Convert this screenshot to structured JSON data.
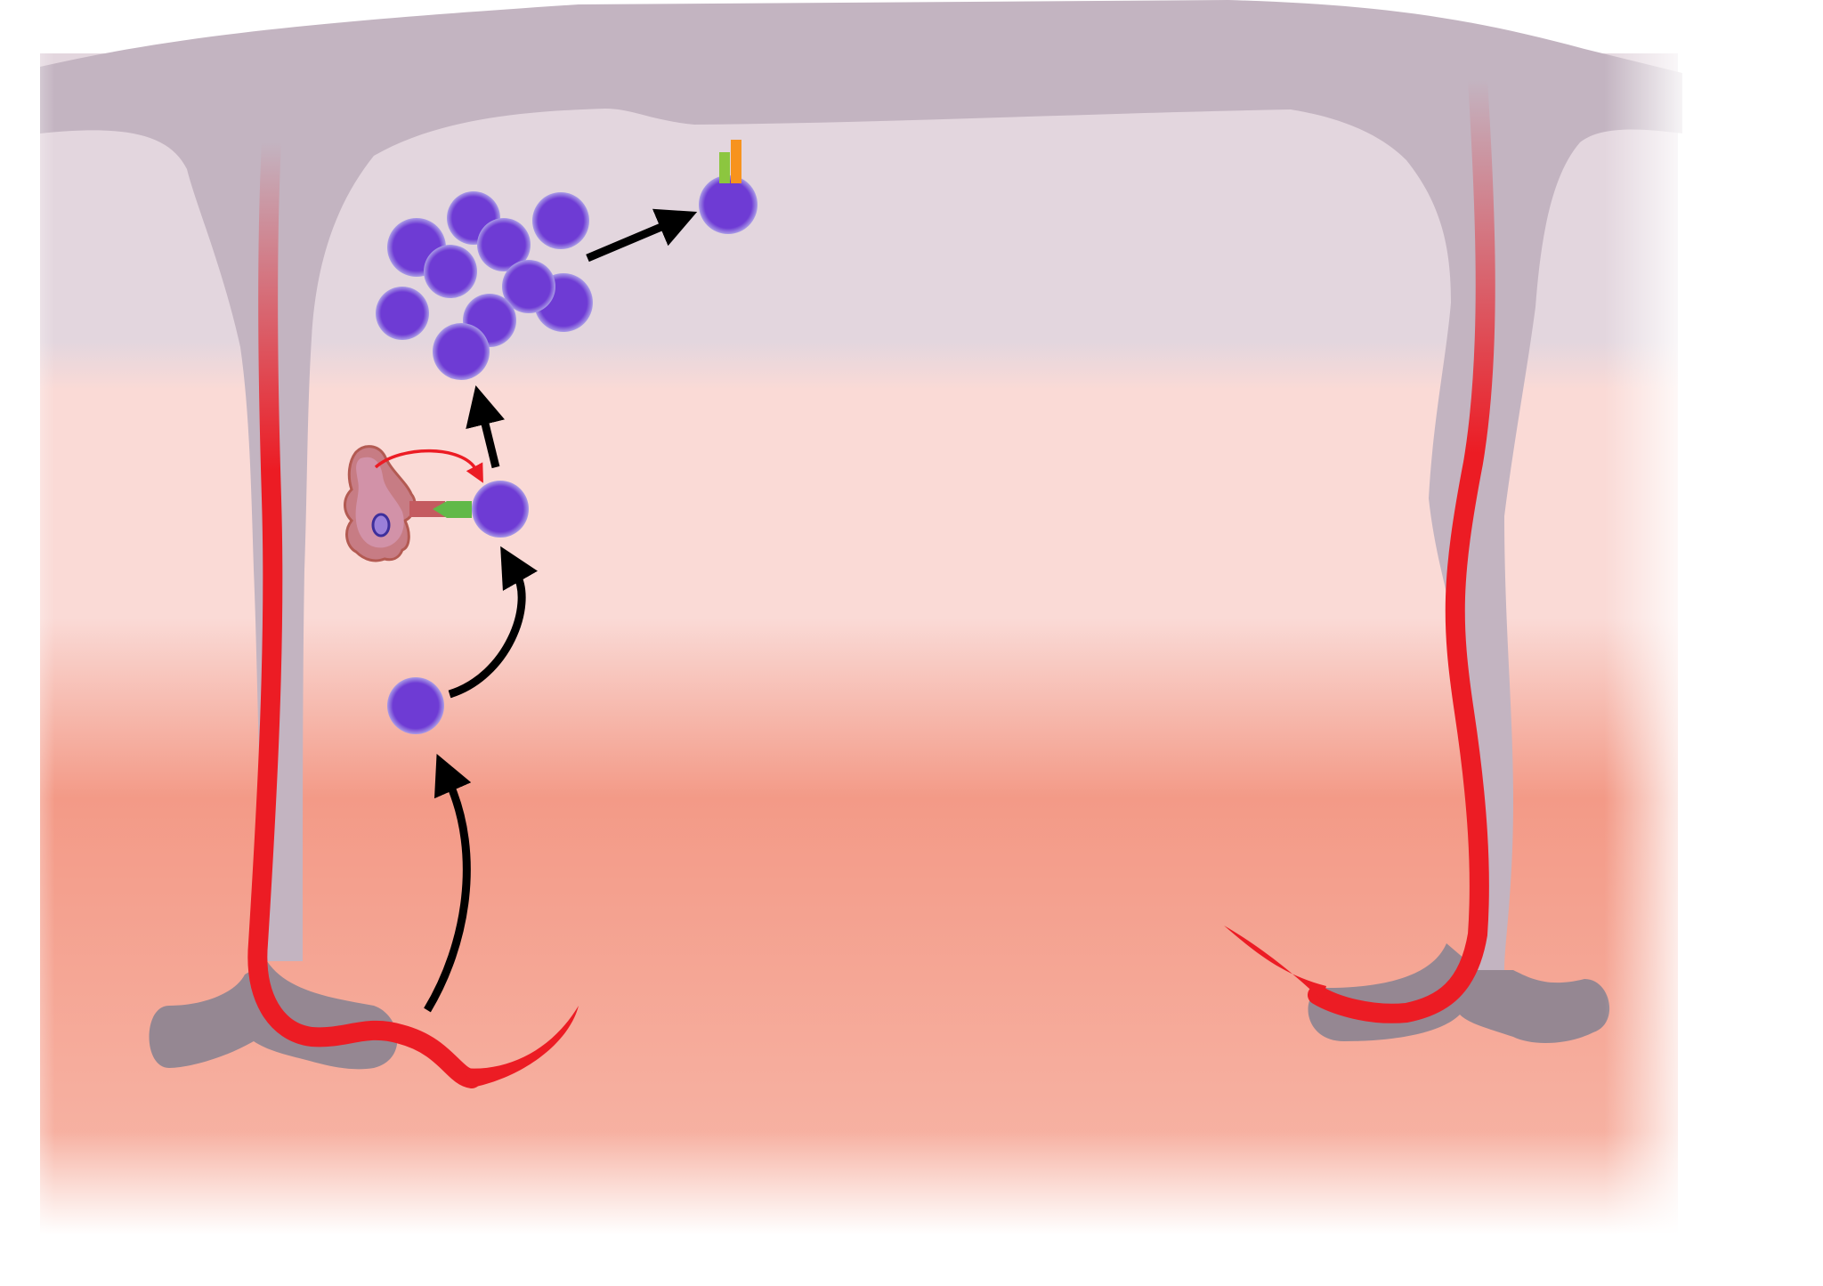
{
  "diagram": {
    "colors": {
      "background": "#ffffff",
      "tissue_top": "#e3d6de",
      "tissue_mid": "#fadad6",
      "tissue_deep": "#f39a87",
      "tissue_bottom": "#f8b9ab",
      "capsule": "#c3b4c1",
      "trabecula_shadow": "#958792",
      "vessel": "#ec1c24",
      "cell": "#6e3bd4",
      "cell_rim": "#a99be6",
      "arrow": "#000000",
      "signal_arrow": "#ec1c24",
      "receptor": "#61b948",
      "antigen_cell": "#d292a8",
      "antigen_cell_border": "#b35a52",
      "antigen_cell_nucleus": "#5b45c8",
      "marker_green": "#8cc63f",
      "marker_orange": "#f7931e"
    },
    "icons": [
      "lymphocyte-cell",
      "antigen-presenting-cell",
      "receptor",
      "flow-arrow",
      "activation-arrow",
      "surface-marker",
      "blood-vessel"
    ]
  }
}
